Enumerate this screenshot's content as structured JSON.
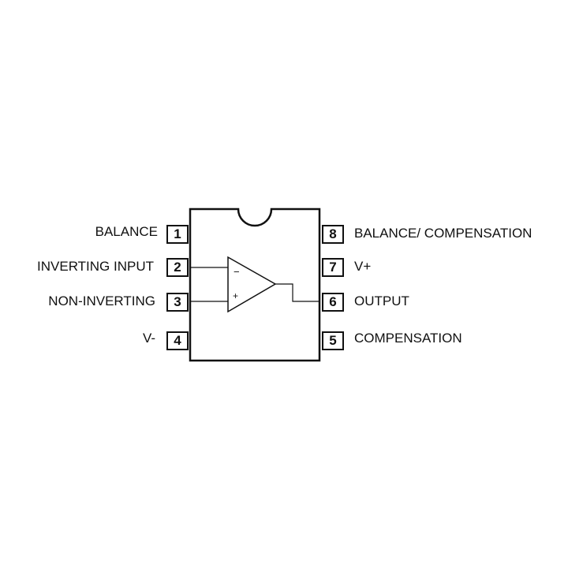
{
  "package": {
    "left_pins": [
      {
        "number": "1",
        "label": "BALANCE"
      },
      {
        "number": "2",
        "label": "INVERTING INPUT"
      },
      {
        "number": "3",
        "label": "NON-INVERTING"
      },
      {
        "number": "4",
        "label": "V-"
      }
    ],
    "right_pins": [
      {
        "number": "8",
        "label": "BALANCE/ COMPENSATION"
      },
      {
        "number": "7",
        "label": "V+"
      },
      {
        "number": "6",
        "label": "OUTPUT"
      },
      {
        "number": "5",
        "label": "COMPENSATION"
      }
    ],
    "opamp": {
      "minus_sign": "−",
      "plus_sign": "+"
    }
  }
}
